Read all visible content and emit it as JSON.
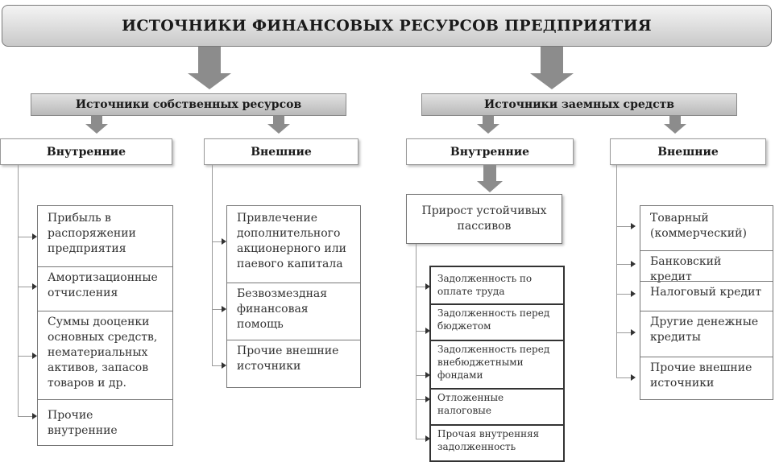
{
  "title": "ИСТОЧНИКИ ФИНАНСОВЫХ РЕСУРСОВ ПРЕДПРИЯТИЯ",
  "own": {
    "label": "Источники собственных ресурсов",
    "internal": {
      "label": "Внутренние",
      "items": [
        "Прибыль в распоряжении предприятия",
        "Амортизационные отчисления",
        "Суммы дооценки основных средств, нематериальных активов, запасов товаров и др.",
        "Прочие внутренние"
      ]
    },
    "external": {
      "label": "Внешние",
      "items": [
        "Привлечение дополнительного акционерного или паевого капитала",
        "Безвозмездная финансовая помощь",
        "Прочие внешние источники"
      ]
    }
  },
  "borrowed": {
    "label": "Источники заемных средств",
    "internal": {
      "label": "Внутренние",
      "growth": "Прирост устойчивых пассивов",
      "items": [
        "Задолженность по оплате труда",
        "Задолженность перед бюджетом",
        "Задолженность перед внебюджетными фондами",
        "Отложенные налоговые",
        "Прочая внутренняя задолженность"
      ]
    },
    "external": {
      "label": "Внешние",
      "items": [
        "Товарный (коммерческий)",
        "Банковский кредит",
        "Налоговый кредит",
        "Другие денежные кредиты",
        "Прочие внешние источники"
      ]
    }
  }
}
